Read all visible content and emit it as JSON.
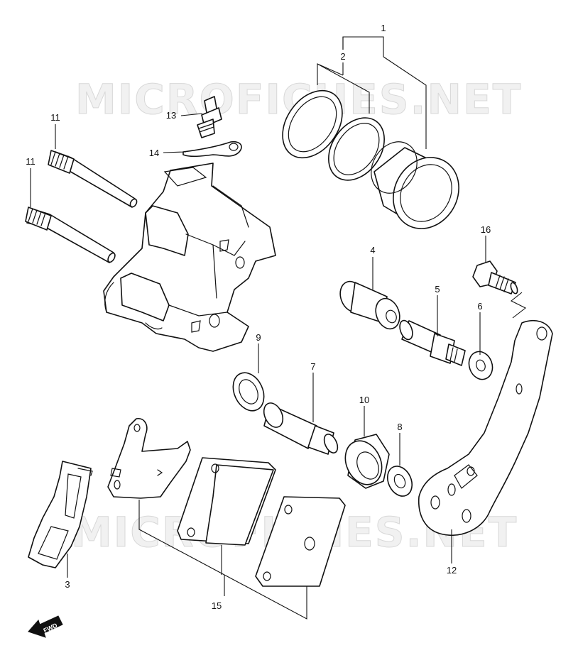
{
  "watermark": {
    "text": "MICROFICHES.NET"
  },
  "callouts": [
    {
      "id": "c1",
      "label": "1"
    },
    {
      "id": "c2",
      "label": "2"
    },
    {
      "id": "c3",
      "label": "3"
    },
    {
      "id": "c4",
      "label": "4"
    },
    {
      "id": "c5",
      "label": "5"
    },
    {
      "id": "c6",
      "label": "6"
    },
    {
      "id": "c7",
      "label": "7"
    },
    {
      "id": "c8",
      "label": "8"
    },
    {
      "id": "c9",
      "label": "9"
    },
    {
      "id": "c10",
      "label": "10"
    },
    {
      "id": "c11a",
      "label": "11"
    },
    {
      "id": "c11b",
      "label": "11"
    },
    {
      "id": "c12",
      "label": "12"
    },
    {
      "id": "c13",
      "label": "13"
    },
    {
      "id": "c14",
      "label": "14"
    },
    {
      "id": "c15",
      "label": "15"
    },
    {
      "id": "c16",
      "label": "16"
    }
  ],
  "fwd_badge": {
    "text": "FWD",
    "icon": "fwd-arrow-icon"
  }
}
